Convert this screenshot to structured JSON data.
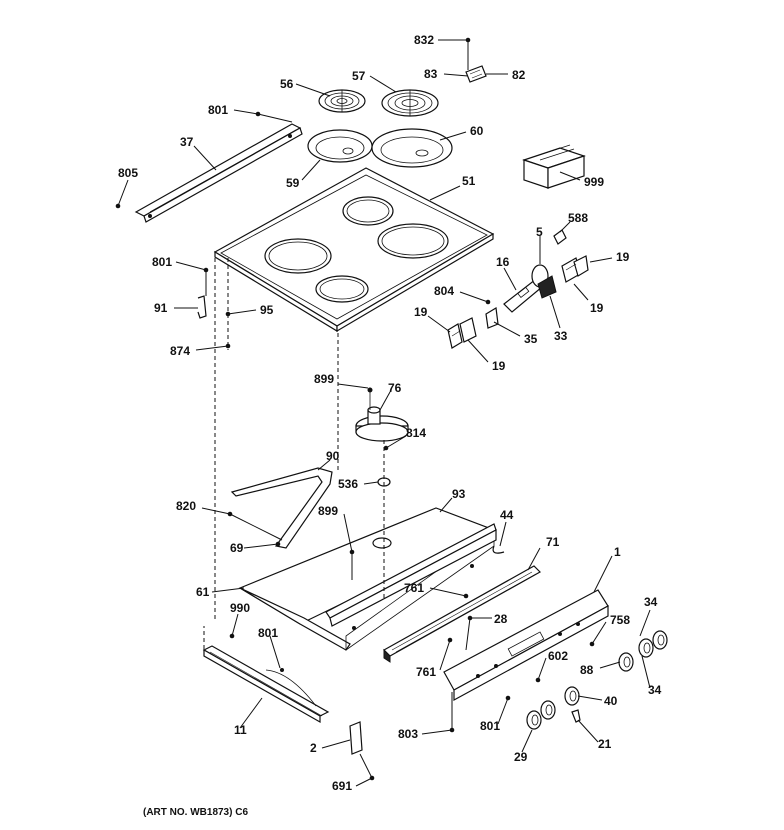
{
  "caption": "(ART NO. WB1873) C6",
  "callouts": [
    {
      "id": "c832",
      "text": "832"
    },
    {
      "id": "c83",
      "text": "83"
    },
    {
      "id": "c82",
      "text": "82"
    },
    {
      "id": "c56",
      "text": "56"
    },
    {
      "id": "c57",
      "text": "57"
    },
    {
      "id": "c801a",
      "text": "801"
    },
    {
      "id": "c60",
      "text": "60"
    },
    {
      "id": "c37",
      "text": "37"
    },
    {
      "id": "c805",
      "text": "805"
    },
    {
      "id": "c59",
      "text": "59"
    },
    {
      "id": "c51",
      "text": "51"
    },
    {
      "id": "c999",
      "text": "999"
    },
    {
      "id": "c588",
      "text": "588"
    },
    {
      "id": "c5",
      "text": "5"
    },
    {
      "id": "c16",
      "text": "16"
    },
    {
      "id": "c19a",
      "text": "19"
    },
    {
      "id": "c801b",
      "text": "801"
    },
    {
      "id": "c804",
      "text": "804"
    },
    {
      "id": "c19b",
      "text": "19"
    },
    {
      "id": "c91",
      "text": "91"
    },
    {
      "id": "c95",
      "text": "95"
    },
    {
      "id": "c19c",
      "text": "19"
    },
    {
      "id": "c35",
      "text": "35"
    },
    {
      "id": "c33",
      "text": "33"
    },
    {
      "id": "c874",
      "text": "874"
    },
    {
      "id": "c19d",
      "text": "19"
    },
    {
      "id": "c899a",
      "text": "899"
    },
    {
      "id": "c76",
      "text": "76"
    },
    {
      "id": "c814",
      "text": "814"
    },
    {
      "id": "c90",
      "text": "90"
    },
    {
      "id": "c536",
      "text": "536"
    },
    {
      "id": "c93",
      "text": "93"
    },
    {
      "id": "c820",
      "text": "820"
    },
    {
      "id": "c899b",
      "text": "899"
    },
    {
      "id": "c44",
      "text": "44"
    },
    {
      "id": "c69",
      "text": "69"
    },
    {
      "id": "c71",
      "text": "71"
    },
    {
      "id": "c1",
      "text": "1"
    },
    {
      "id": "c61",
      "text": "61"
    },
    {
      "id": "c761a",
      "text": "761"
    },
    {
      "id": "c990",
      "text": "990"
    },
    {
      "id": "c34a",
      "text": "34"
    },
    {
      "id": "c28",
      "text": "28"
    },
    {
      "id": "c758",
      "text": "758"
    },
    {
      "id": "c801c",
      "text": "801"
    },
    {
      "id": "c602",
      "text": "602"
    },
    {
      "id": "c88",
      "text": "88"
    },
    {
      "id": "c761b",
      "text": "761"
    },
    {
      "id": "c34b",
      "text": "34"
    },
    {
      "id": "c40",
      "text": "40"
    },
    {
      "id": "c11",
      "text": "11"
    },
    {
      "id": "c801d",
      "text": "801"
    },
    {
      "id": "c803",
      "text": "803"
    },
    {
      "id": "c2",
      "text": "2"
    },
    {
      "id": "c29",
      "text": "29"
    },
    {
      "id": "c21",
      "text": "21"
    },
    {
      "id": "c691",
      "text": "691"
    }
  ]
}
